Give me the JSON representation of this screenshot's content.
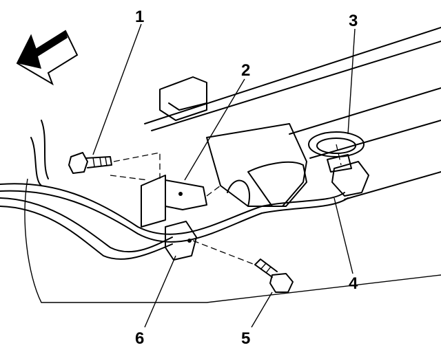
{
  "diagram": {
    "callouts": [
      {
        "id": "1",
        "label": "1"
      },
      {
        "id": "2",
        "label": "2"
      },
      {
        "id": "3",
        "label": "3"
      },
      {
        "id": "4",
        "label": "4"
      },
      {
        "id": "5",
        "label": "5"
      },
      {
        "id": "6",
        "label": "6"
      }
    ],
    "colors": {
      "line": "#000000",
      "background": "#ffffff"
    },
    "icons": {
      "direction": "front-arrow-icon"
    }
  }
}
